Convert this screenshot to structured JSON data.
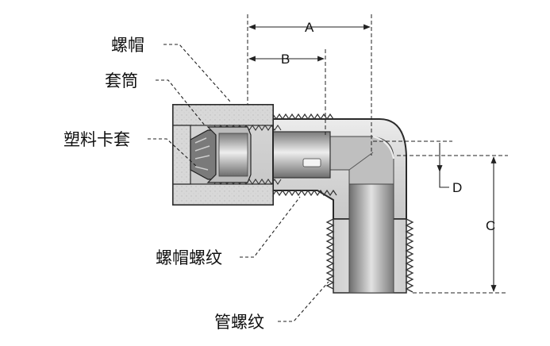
{
  "labels": {
    "nut": "螺帽",
    "sleeve": "套筒",
    "plastic_ferrule": "塑料卡套",
    "nut_thread": "螺帽螺纹",
    "pipe_thread": "管螺纹"
  },
  "dimensions": {
    "a": "A",
    "b": "B",
    "c": "C",
    "d": "D"
  }
}
